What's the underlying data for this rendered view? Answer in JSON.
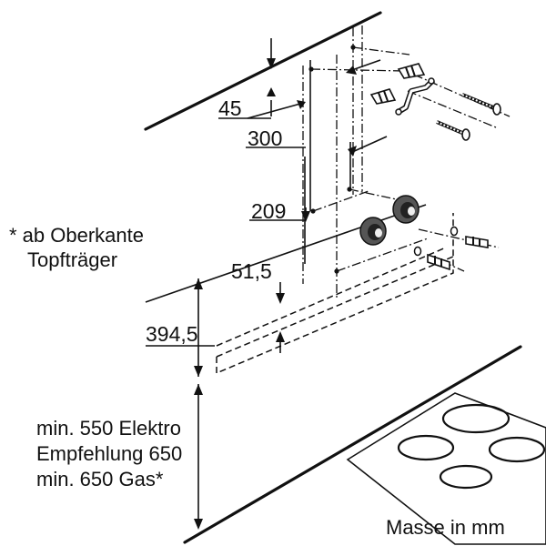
{
  "dimensions": {
    "d45": "45",
    "d300": "300",
    "d209": "209",
    "d51_5": "51,5",
    "d394_5": "394,5"
  },
  "notes": {
    "footnote_line1": "* ab Oberkante",
    "footnote_line2": "Topfträger",
    "clearance_line1": "min. 550 Elektro",
    "clearance_line2": "Empfehlung 650",
    "clearance_line3": "min. 650 Gas*",
    "units": "Masse in mm"
  }
}
